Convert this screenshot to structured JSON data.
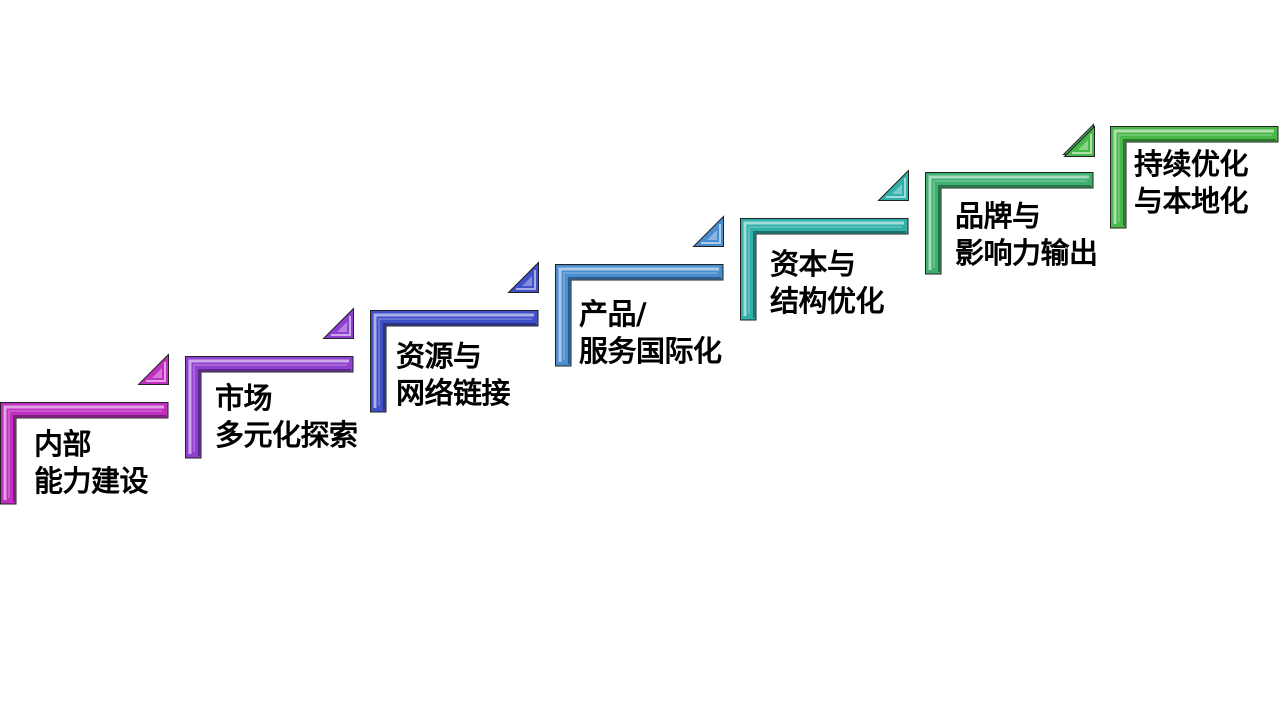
{
  "steps": [
    {
      "line1": "内部",
      "line2": "能力建设",
      "color": "#c030c0"
    },
    {
      "line1": "市场",
      "line2": "多元化探索",
      "color": "#9040d0"
    },
    {
      "line1": "资源与",
      "line2": "网络链接",
      "color": "#4050c8"
    },
    {
      "line1": "产品/",
      "line2": "服务国际化",
      "color": "#4a8ed0"
    },
    {
      "line1": "资本与",
      "line2": "结构优化",
      "color": "#30b0a8"
    },
    {
      "line1": "品牌与",
      "line2": "影响力输出",
      "color": "#40b070"
    },
    {
      "line1": "持续优化",
      "line2": "与本地化",
      "color": "#48b848"
    }
  ]
}
